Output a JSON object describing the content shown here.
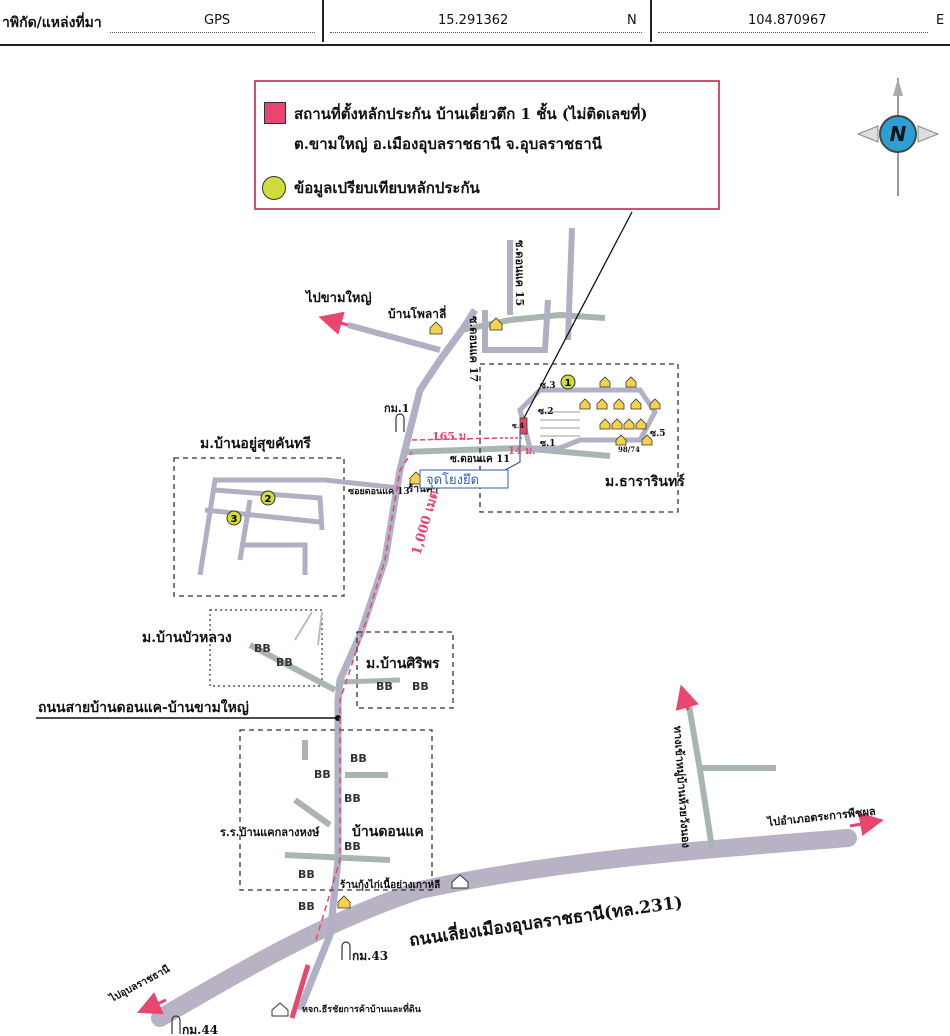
{
  "header": {
    "label": "าพิกัด/แหล่งที่มา",
    "source": "GPS",
    "lat": "15.291362",
    "lat_dir": "N",
    "lon": "104.870967",
    "lon_dir": "E"
  },
  "legend": {
    "line1": "สถานที่ตั้งหลักประกัน บ้านเดี่ยวตึก 1 ชั้น (ไม่ติดเลขที่)",
    "line2": "ต.ขามใหญ่ อ.เมืองอุบลราชธานี จ.อุบลราชธานี",
    "line3": "ข้อมูลเปรียบเทียบหลักประกัน",
    "subject_color": "#e8456f",
    "comparable_color": "#cfdc3a"
  },
  "compass": {
    "letter": "N"
  },
  "labels": {
    "to_kham_yai": "ไปขามใหญ่",
    "ban_pholali": "บ้านโพลาลี่",
    "soi_15": "ซ.ดอนแค 15",
    "soi_17": "ซ.ดอนแค 17",
    "km1": "กม.1",
    "village_yusuk": "ม.บ้านอยู่สุขคันทรี",
    "soi_13": "ซอยดอนแค 13",
    "soi_11": "ซ.ดอนแค 11",
    "shop": "ร้านค้า",
    "dist_165": "165 ม.",
    "dist_14": "14 ม.",
    "join_point": "จุดโยงยึด",
    "village_thararin": "ม.ธารารินทร์",
    "s1": "ซ.1",
    "s2": "ซ.2",
    "s3": "ซ.3",
    "s4": "ซ.4",
    "s5": "ซ.5",
    "house_no": "98/74",
    "dist_1000": "1,000 เมตร",
    "village_buaruang": "ม.บ้านบัวหลวง",
    "village_siriporn": "ม.บ้านศิริพร",
    "road_donkae": "ถนนสายบ้านดอนแค-บ้านขามใหญ่",
    "ban_donkae": "บ้านดอนแค",
    "school": "ร.ร.บ้านแคกลางหงษ์",
    "shop_chicken": "ร้านกุ้งไก่เนื้อย่างเกาหลี",
    "bypass": "ถนนเลี่ยงเมืองอุบลราชธานี(ทล.231)",
    "to_trakan": "ไปอำเภอตระการพืชผล",
    "to_huai_wang": "ทางเข้าหมู่บ้านห้วยวังนอง",
    "km43": "กม.43",
    "km44": "กม.44",
    "to_warin": "ไปอุบลราชธานี",
    "company": "หจก.ธีรชัยการค้าบ้านและที่ดิน"
  },
  "markers": {
    "c1": "1",
    "c2": "2",
    "c3": "3",
    "house_glyph": "BB"
  }
}
